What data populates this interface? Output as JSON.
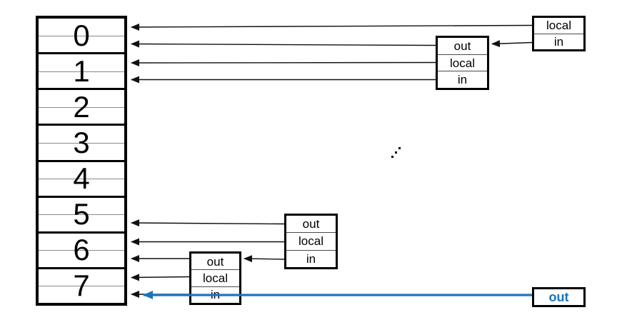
{
  "registers": {
    "labels": [
      "0",
      "1",
      "2",
      "3",
      "4",
      "5",
      "6",
      "7"
    ]
  },
  "boxes": {
    "window_top_right": {
      "rows": [
        "local",
        "in"
      ]
    },
    "window_upper_middle": {
      "rows": [
        "out",
        "local",
        "in"
      ]
    },
    "window_lower_middle": {
      "rows": [
        "out",
        "local",
        "in"
      ]
    },
    "window_lower_left": {
      "rows": [
        "out",
        "local",
        "in"
      ]
    },
    "window_current": {
      "rows": [
        "out"
      ]
    }
  },
  "ellipsis": "⋰",
  "colors": {
    "line_black": "#1a1a1a",
    "accent_blue": "#1c75bc",
    "border_black": "#000000"
  }
}
